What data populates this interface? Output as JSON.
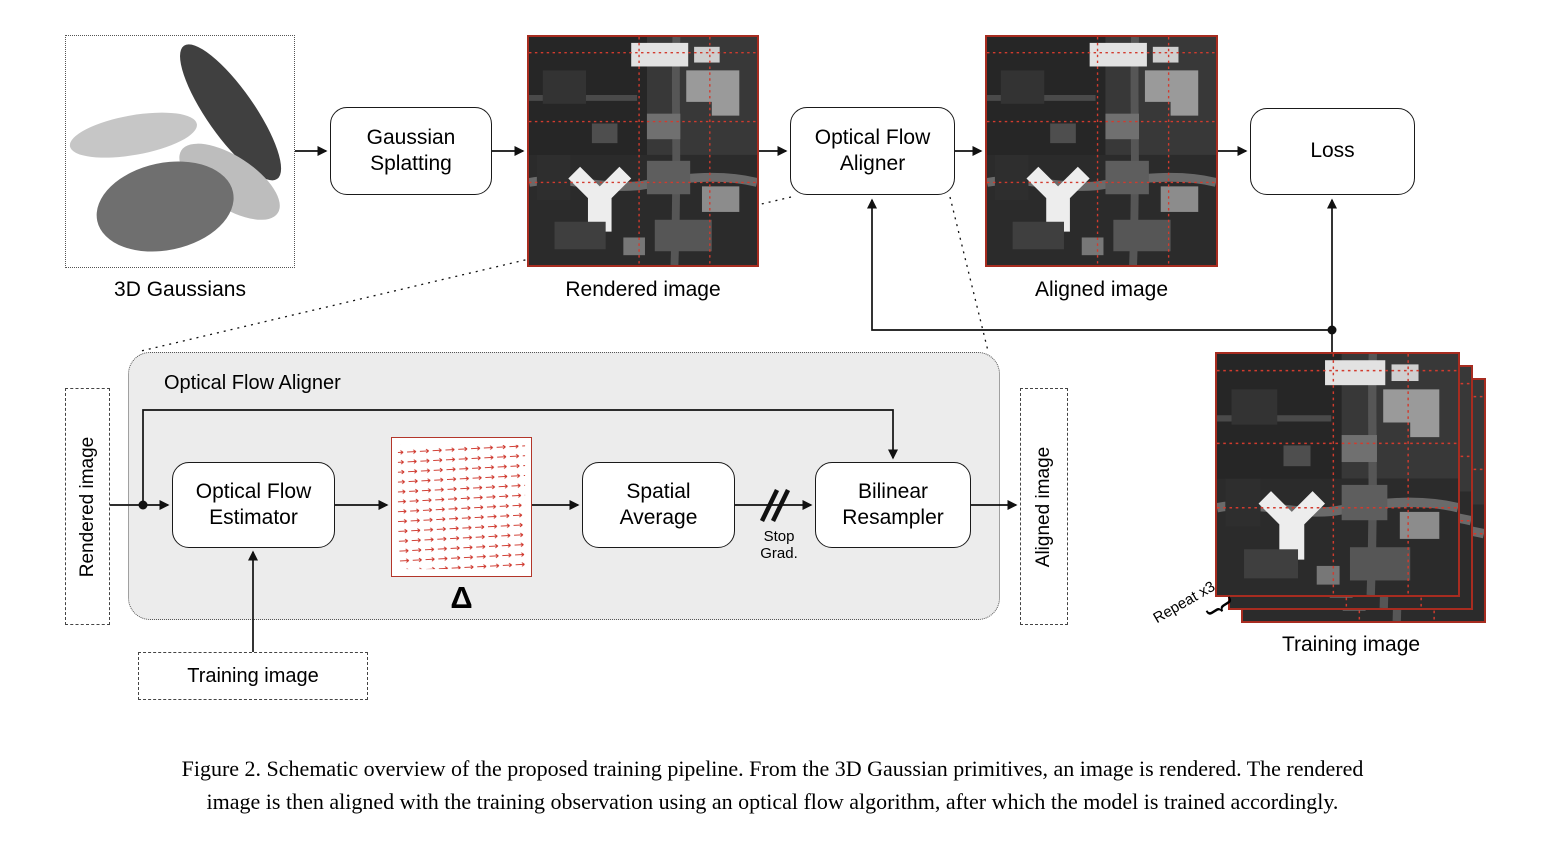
{
  "colors": {
    "accent_red": "#a72c20",
    "panel_bg": "#ececec"
  },
  "pipeline": {
    "gaussians_label": "3D Gaussians",
    "gaussian_splatting_label": "Gaussian Splatting",
    "rendered_image_label": "Rendered image",
    "optical_flow_aligner_label": "Optical Flow Aligner",
    "aligned_image_label": "Aligned image",
    "loss_label": "Loss"
  },
  "aligner": {
    "title": "Optical Flow Aligner",
    "rendered_input_label": "Rendered image",
    "estimator_label": "Optical Flow Estimator",
    "delta_symbol": "Δ",
    "spatial_average_label": "Spatial Average",
    "stop_grad_line1": "Stop",
    "stop_grad_line2": "Grad.",
    "resampler_label": "Bilinear Resampler",
    "aligned_output_label": "Aligned image",
    "training_input_label": "Training image"
  },
  "training_stack": {
    "repeat_label": "Repeat x3",
    "brace_glyph": "}",
    "label": "Training image"
  },
  "caption": {
    "line1": "Figure 2. Schematic overview of the proposed training pipeline. From the 3D Gaussian primitives, an image is rendered. The rendered",
    "line2": "image is then aligned with the training observation using an optical flow algorithm, after which the model is trained accordingly."
  }
}
